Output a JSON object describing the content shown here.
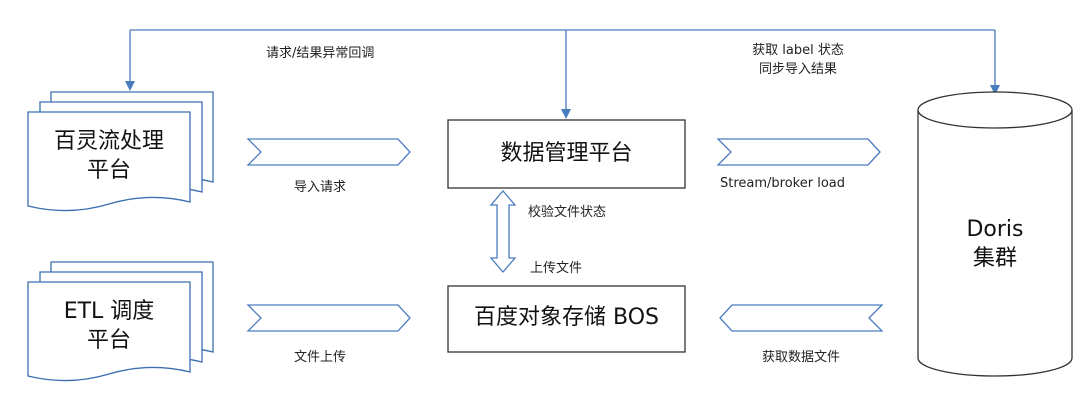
{
  "nodes": {
    "stream_platform": {
      "line1": "百灵流处理",
      "line2": "平台"
    },
    "etl_platform": {
      "line1": "ETL 调度",
      "line2": "平台"
    },
    "data_mgmt": {
      "label": "数据管理平台"
    },
    "bos": {
      "label": "百度对象存储 BOS"
    },
    "doris": {
      "line1": "Doris",
      "line2": "集群"
    }
  },
  "edges": {
    "callback": "请求/结果异常回调",
    "label_status_1": "获取 label 状态",
    "label_status_2": "同步导入结果",
    "import_request": "导入请求",
    "stream_broker": "Stream/broker load",
    "verify_status": "校验文件状态",
    "upload_file_mid": "上传文件",
    "upload_file_left": "文件上传",
    "fetch_data": "获取数据文件"
  },
  "colors": {
    "line": "#4a7cc0",
    "box_border": "#333333"
  }
}
